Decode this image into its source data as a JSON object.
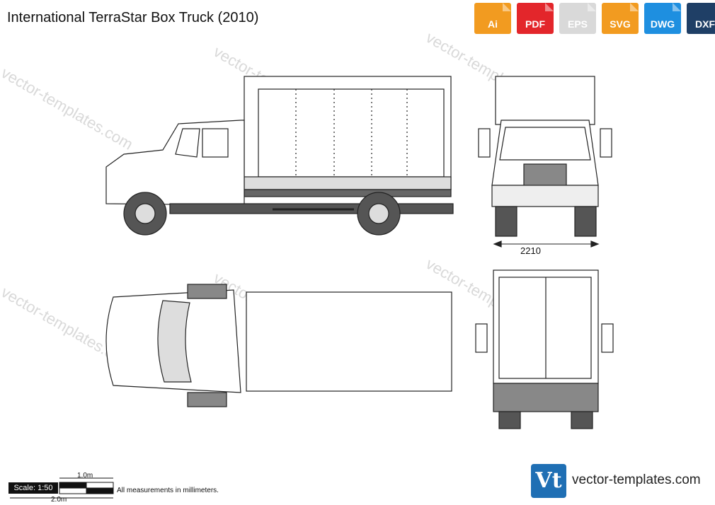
{
  "title": "International TerraStar Box Truck (2010)",
  "formats": [
    {
      "label": "Ai",
      "color": "#f29b20"
    },
    {
      "label": "PDF",
      "color": "#e3262b"
    },
    {
      "label": "EPS",
      "color": "#d9d9d9"
    },
    {
      "label": "SVG",
      "color": "#f29b20"
    },
    {
      "label": "DWG",
      "color": "#1e8fe0"
    },
    {
      "label": "DXF",
      "color": "#1f3f66"
    }
  ],
  "dimension": "2210",
  "scale": {
    "label": "Scale: 1:50",
    "one_meter": "1.0m",
    "two_meter": "2.0m"
  },
  "note": "All measurements in millimeters.",
  "brand": {
    "logo": "Vt",
    "site": "vector-templates.com"
  },
  "watermark": "vector-templates.com"
}
